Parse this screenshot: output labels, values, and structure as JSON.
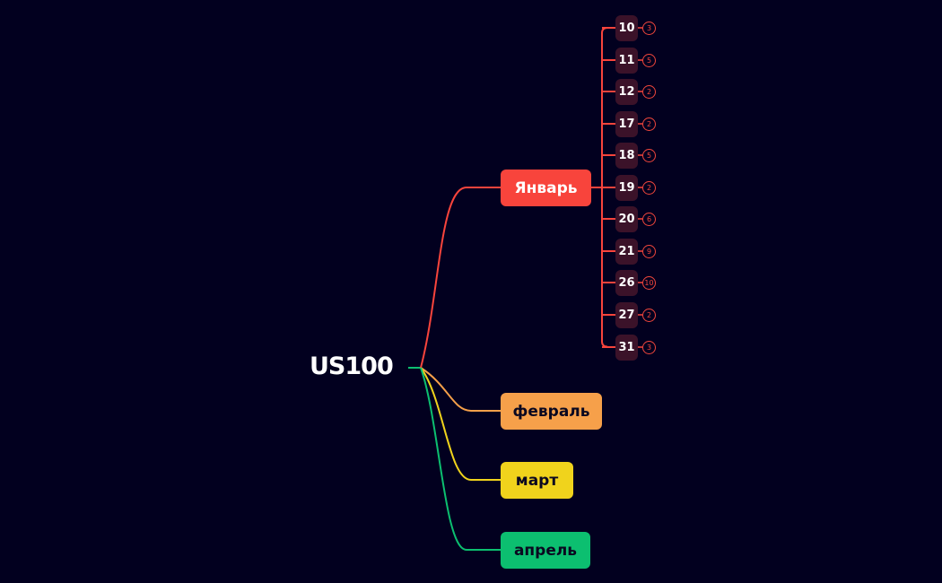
{
  "root": {
    "label": "US100"
  },
  "colors": {
    "background": "#02001f",
    "january": "#f8443c",
    "february": "#f6a04a",
    "march": "#f0d31c",
    "april": "#0cbf70",
    "day_box": "#3b1229"
  },
  "months": [
    {
      "label": "Январь",
      "days": [
        {
          "day": "10",
          "count": "3"
        },
        {
          "day": "11",
          "count": "5"
        },
        {
          "day": "12",
          "count": "2"
        },
        {
          "day": "17",
          "count": "2"
        },
        {
          "day": "18",
          "count": "5"
        },
        {
          "day": "19",
          "count": "2"
        },
        {
          "day": "20",
          "count": "6"
        },
        {
          "day": "21",
          "count": "9"
        },
        {
          "day": "26",
          "count": "10"
        },
        {
          "day": "27",
          "count": "2"
        },
        {
          "day": "31",
          "count": "3"
        }
      ]
    },
    {
      "label": "февраль"
    },
    {
      "label": "март"
    },
    {
      "label": "апрель"
    }
  ]
}
